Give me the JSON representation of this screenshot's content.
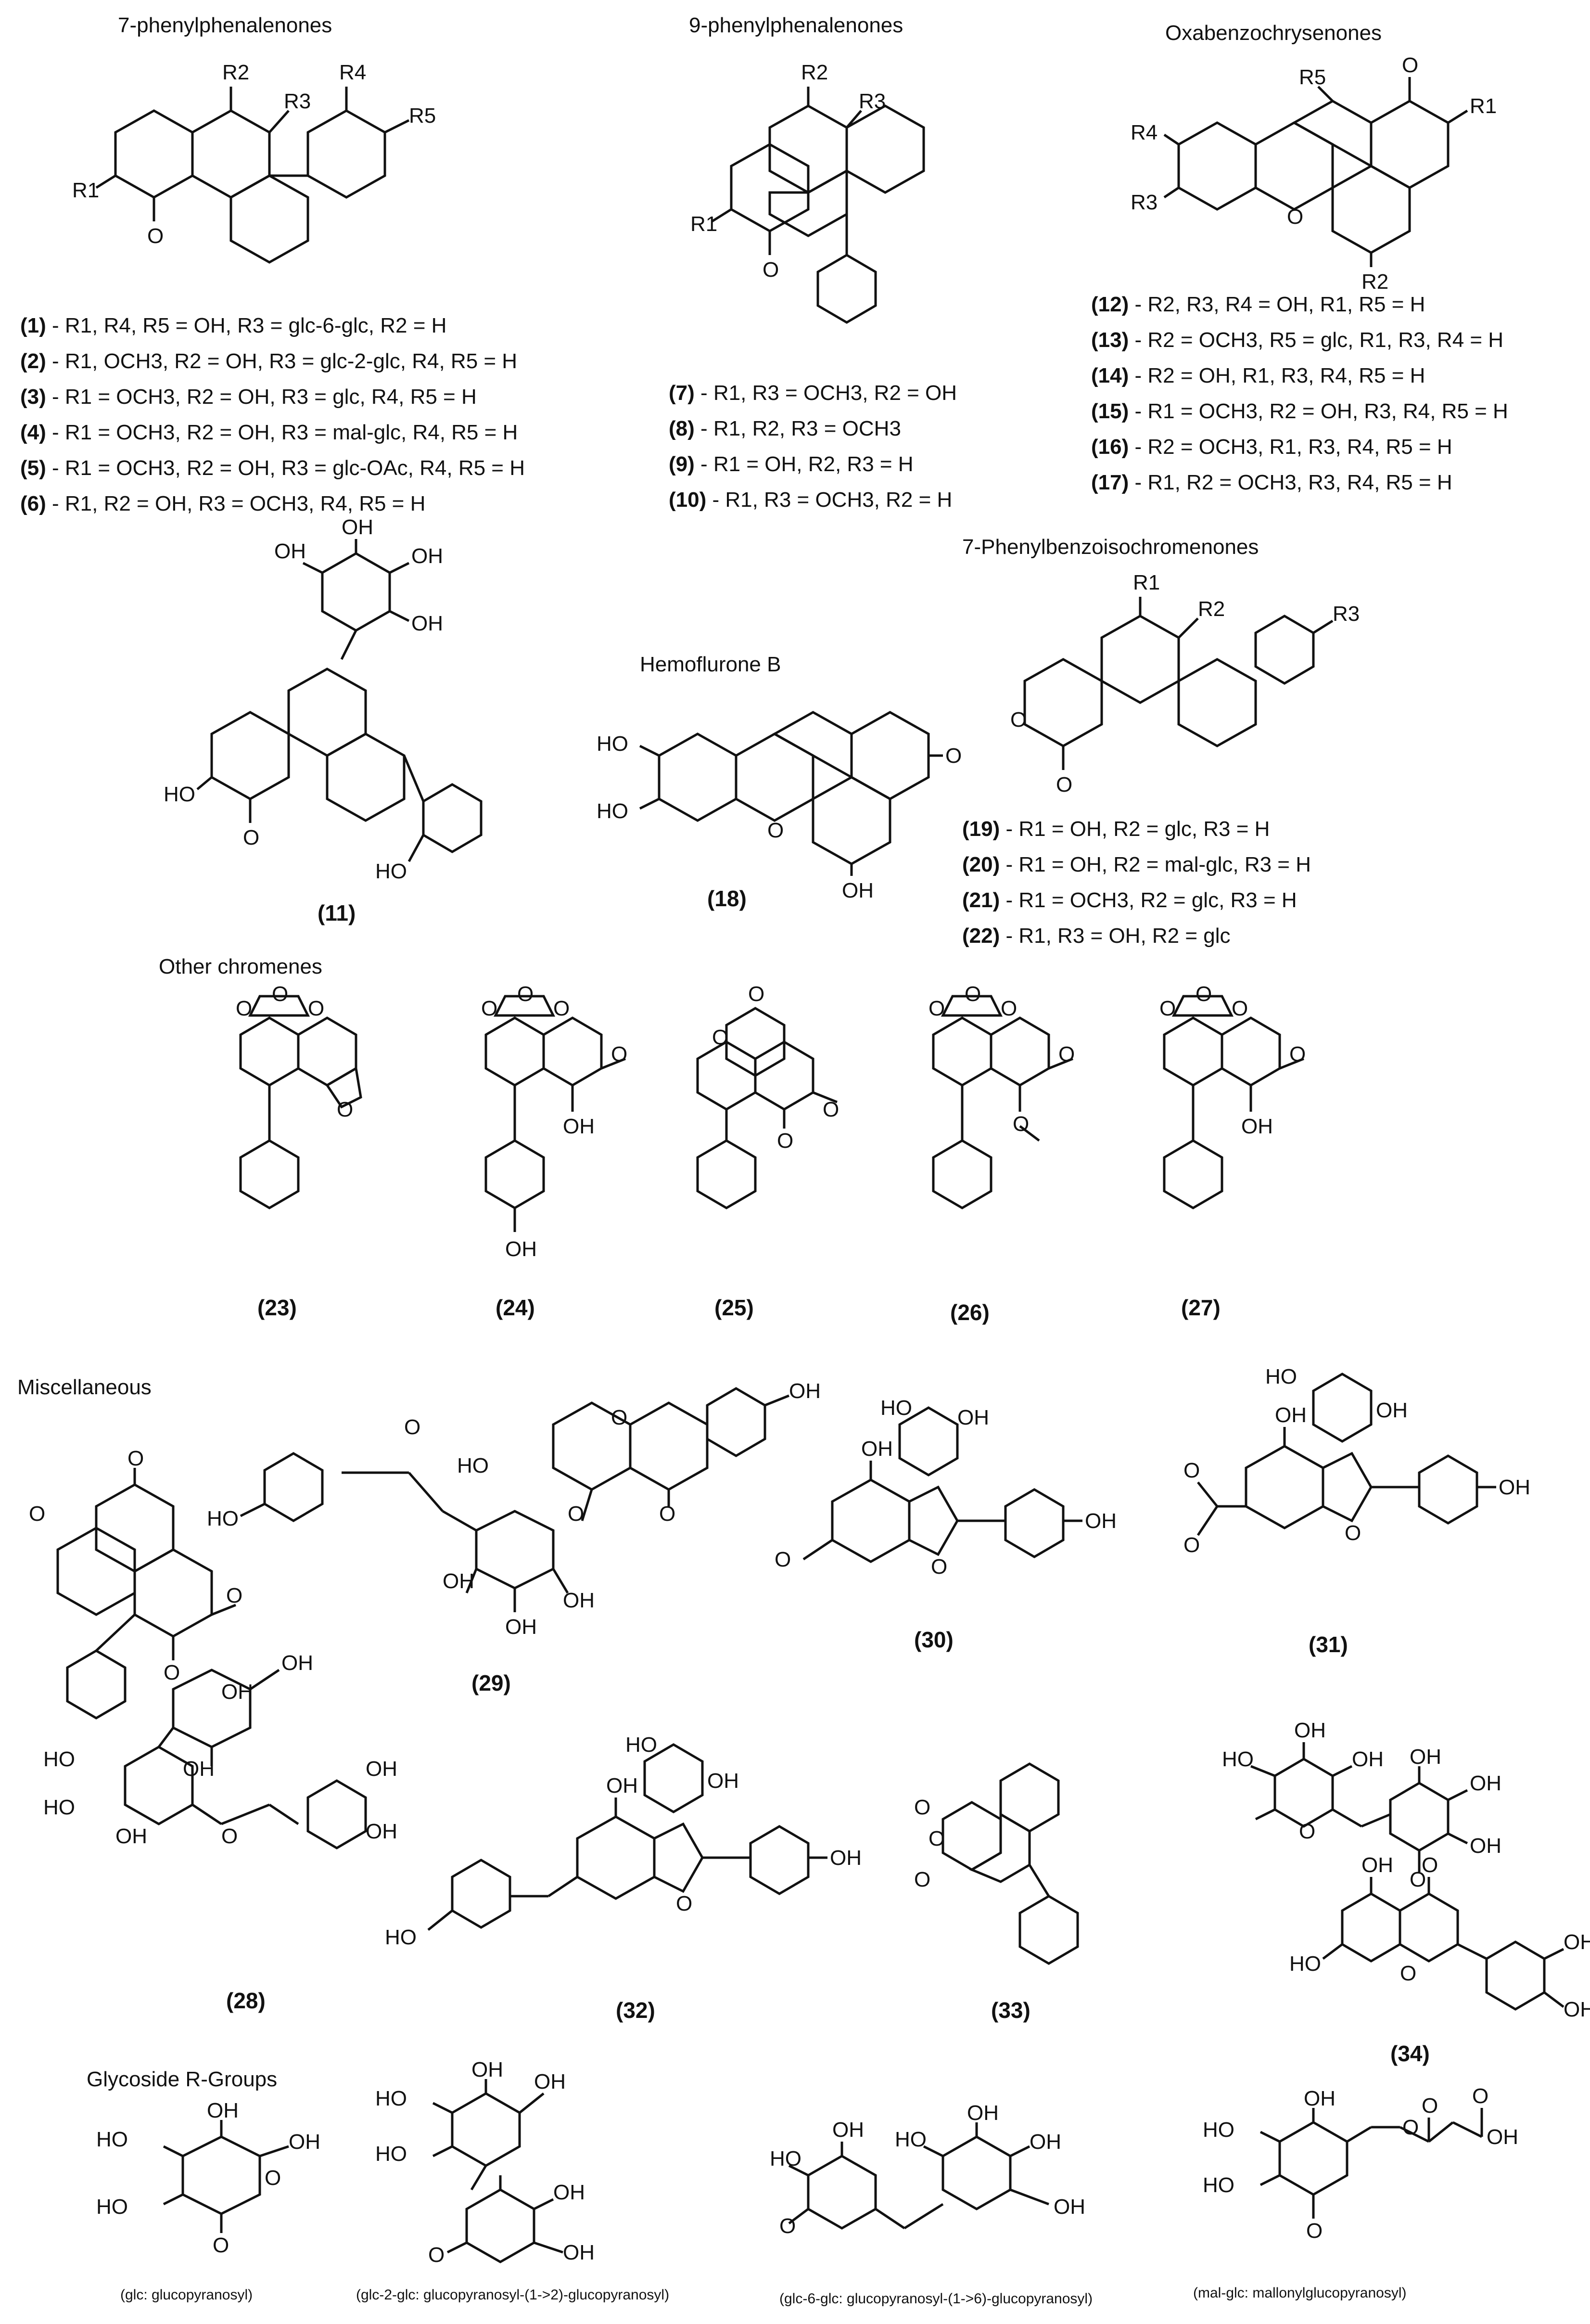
{
  "headers": {
    "phenylphenalenones_7": "7-phenylphenalenones",
    "phenylphenalenones_9": "9-phenylphenalenones",
    "oxabenzochrysenones": "Oxabenzochrysenones",
    "phenylbenzoisochromenones": "7-Phenylbenzoisochromenones",
    "hemoflurone": "Hemoflurone B",
    "other_chromenes": "Other chromenes",
    "miscellaneous": "Miscellaneous",
    "glycoside": "Glycoside R-Groups"
  },
  "substituent_lists": {
    "group7": [
      {
        "num": "(1)",
        "text": " - R1, R4, R5 = OH, R3 = glc-6-glc, R2 = H"
      },
      {
        "num": "(2)",
        "text": " - R1, OCH3, R2 = OH, R3 = glc-2-glc, R4, R5 = H"
      },
      {
        "num": "(3)",
        "text": " - R1 = OCH3, R2 = OH, R3 = glc, R4, R5 = H"
      },
      {
        "num": "(4)",
        "text": " -  R1 = OCH3, R2 = OH, R3 = mal-glc, R4, R5 = H"
      },
      {
        "num": "(5)",
        "text": " - R1 = OCH3, R2 = OH, R3 = glc-OAc, R4, R5 = H"
      },
      {
        "num": "(6)",
        "text": " - R1, R2 = OH, R3 = OCH3, R4, R5 = H"
      }
    ],
    "group9": [
      {
        "num": "(7)",
        "text": " - R1, R3 = OCH3, R2 = OH"
      },
      {
        "num": "(8)",
        "text": " - R1, R2, R3 = OCH3"
      },
      {
        "num": "(9)",
        "text": " - R1 = OH, R2, R3 = H"
      },
      {
        "num": "(10)",
        "text": " - R1, R3 = OCH3, R2 = H"
      }
    ],
    "oxa": [
      {
        "num": "(12)",
        "text": " - R2, R3, R4 = OH, R1, R5 = H"
      },
      {
        "num": "(13)",
        "text": " - R2 = OCH3, R5 = glc, R1, R3, R4 = H"
      },
      {
        "num": "(14)",
        "text": " - R2 = OH, R1, R3, R4, R5 = H"
      },
      {
        "num": "(15)",
        "text": " - R1 = OCH3, R2 = OH, R3, R4, R5 = H"
      },
      {
        "num": "(16)",
        "text": " - R2 = OCH3, R1, R3, R4, R5 = H"
      },
      {
        "num": "(17)",
        "text": " - R1, R2 = OCH3, R3, R4, R5 = H"
      }
    ],
    "isochromenones": [
      {
        "num": "(19)",
        "text": " - R1 = OH, R2 = glc, R3 = H"
      },
      {
        "num": "(20)",
        "text": " - R1 = OH, R2 = mal-glc, R3 = H"
      },
      {
        "num": "(21)",
        "text": " - R1 = OCH3, R2 = glc, R3 = H"
      },
      {
        "num": "(22)",
        "text": " - R1, R3 = OH, R2 = glc"
      }
    ]
  },
  "compound_labels": {
    "c11": "(11)",
    "c18": "(18)",
    "c23": "(23)",
    "c24": "(24)",
    "c25": "(25)",
    "c26": "(26)",
    "c27": "(27)",
    "c28": "(28)",
    "c29": "(29)",
    "c30": "(30)",
    "c31": "(31)",
    "c32": "(32)",
    "c33": "(33)",
    "c34": "(34)"
  },
  "atom_labels": {
    "OH": "OH",
    "HO": "HO",
    "O": "O",
    "R1": "R1",
    "R2": "R2",
    "R3": "R3",
    "R4": "R4",
    "R5": "R5"
  },
  "glycoside_captions": {
    "glc": "(glc: glucopyranosyl)",
    "glc2glc": "(glc-2-glc: glucopyranosyl-(1->2)-glucopyranosyl)",
    "glc6glc": "(glc-6-glc: glucopyranosyl-(1->6)-glucopyranosyl)",
    "malglc": "(mal-glc: mallonylglucopyranosyl)"
  }
}
